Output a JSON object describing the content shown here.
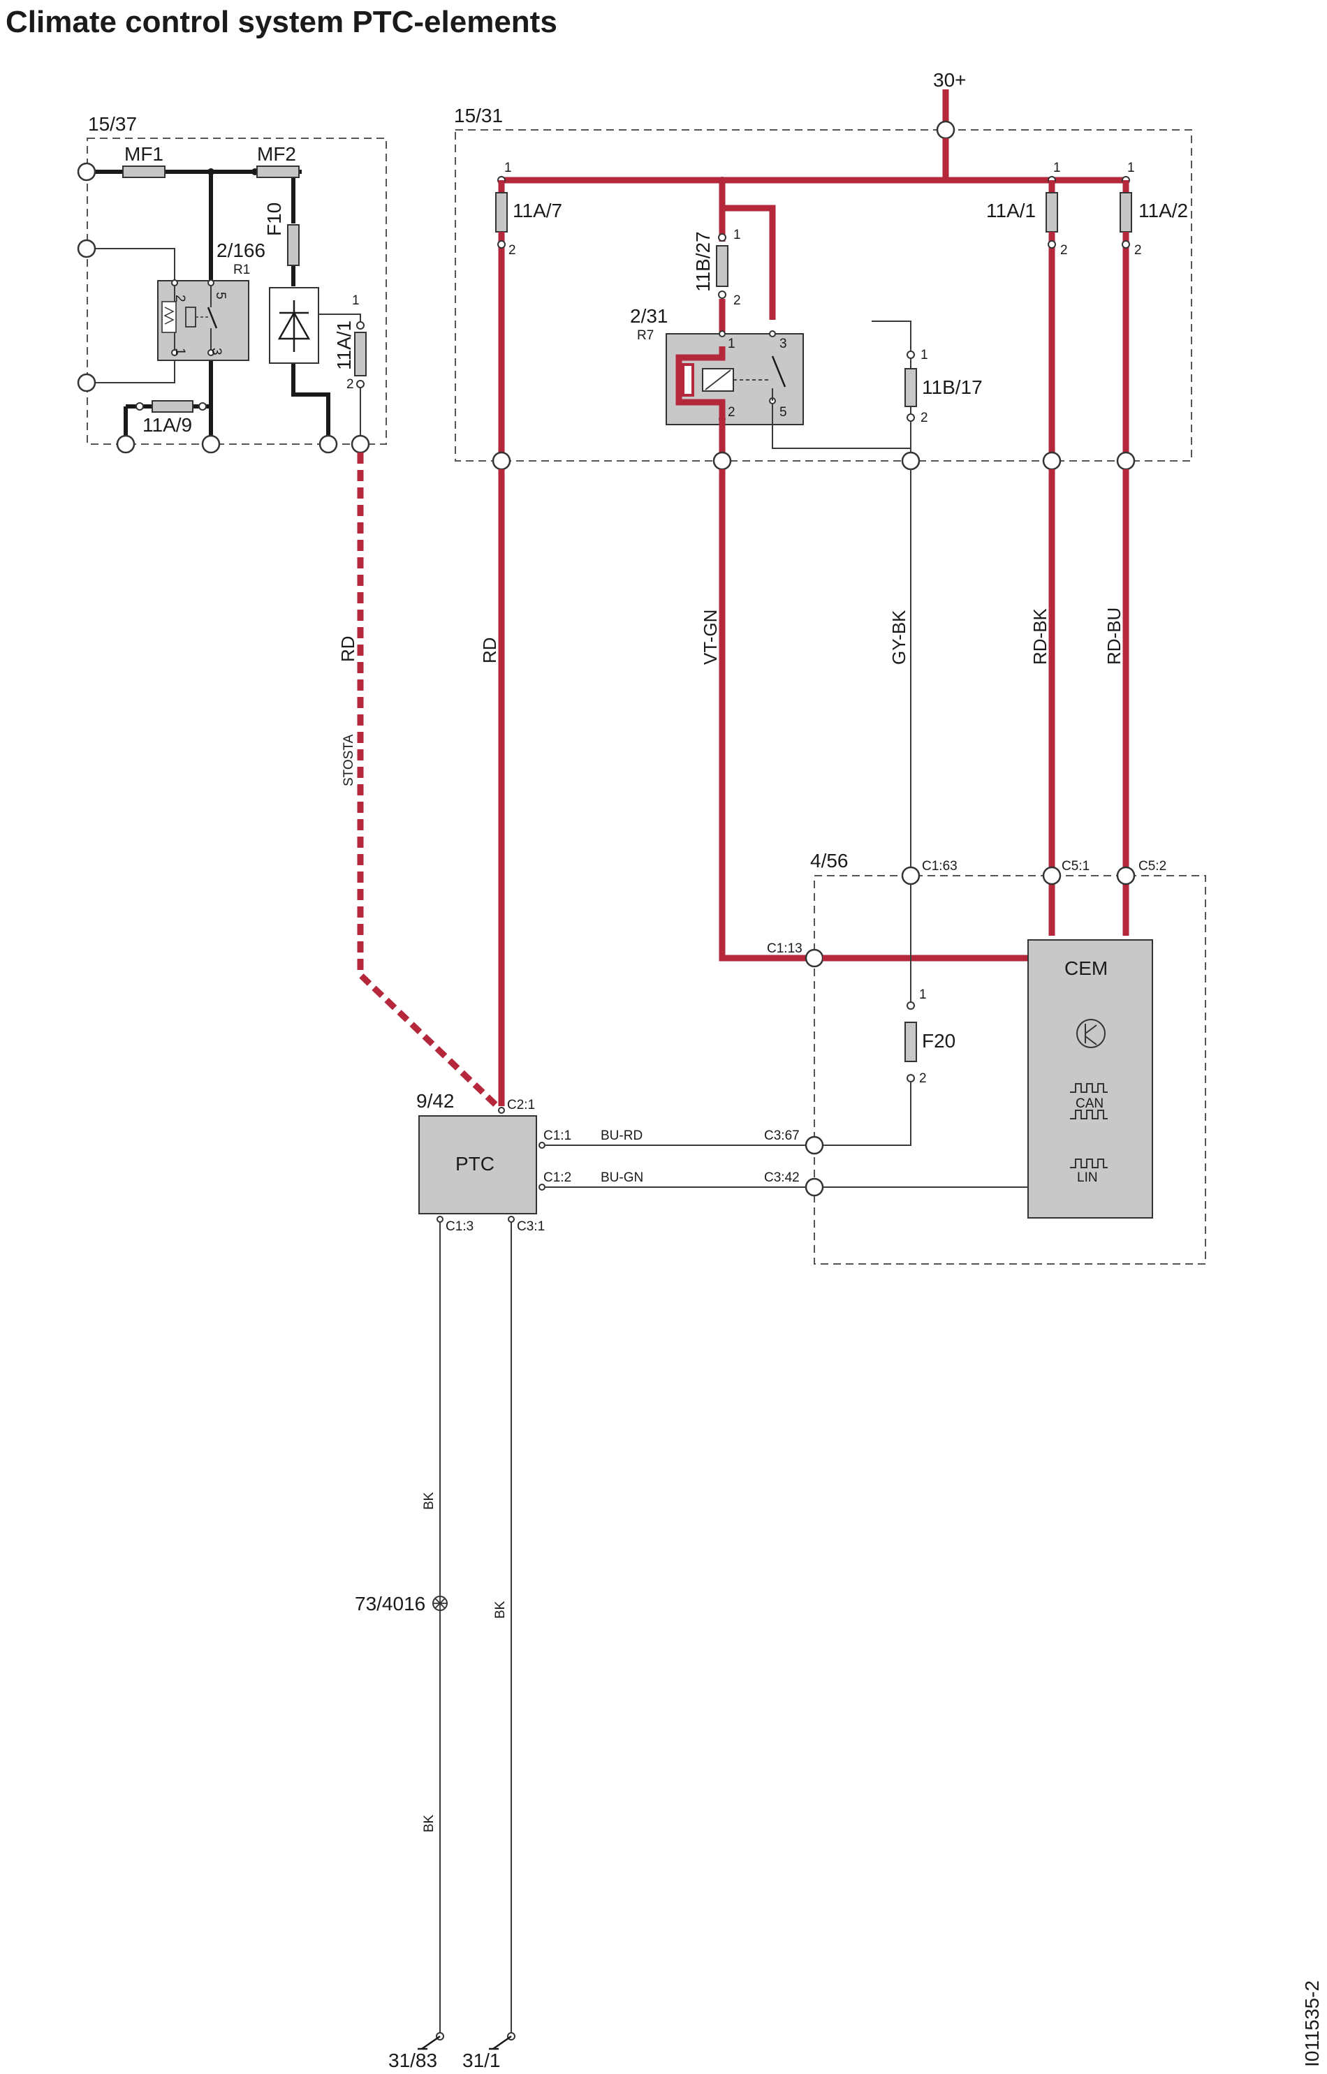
{
  "title": "Climate control system PTC-elements",
  "image_id": "I011535-2",
  "supply": "30+",
  "boxes": {
    "box_15_37": "15/37",
    "box_15_31": "15/31",
    "box_4_56": "4/56"
  },
  "fuses": {
    "mf1": "MF1",
    "mf2": "MF2",
    "f10": "F10",
    "f11a9": "11A/9",
    "f11a1_left": "11A/1",
    "f11a7": "11A/7",
    "f11b27": "11B/27",
    "f11b17": "11B/17",
    "f11a1": "11A/1",
    "f11a2": "11A/2",
    "f20": "F20"
  },
  "relays": {
    "r1_id": "2/166",
    "r1_name": "R1",
    "r7_id": "2/31",
    "r7_name": "R7"
  },
  "pins": {
    "p1": "1",
    "p2": "2",
    "p3": "3",
    "p5": "5"
  },
  "modules": {
    "ptc_id": "9/42",
    "ptc_label": "PTC",
    "cem_label": "CEM",
    "can": "CAN",
    "lin": "LIN"
  },
  "connectors": {
    "c2_1": "C2:1",
    "c1_1": "C1:1",
    "c1_2": "C1:2",
    "c1_3": "C1:3",
    "c3_1": "C3:1",
    "c3_67": "C3:67",
    "c3_42": "C3:42",
    "c1_63": "C1:63",
    "c1_13": "C1:13",
    "c5_1": "C5:1",
    "c5_2": "C5:2"
  },
  "wires": {
    "rd_left": "RD",
    "stosta": "STOSTA",
    "rd": "RD",
    "vt_gn": "VT-GN",
    "gy_bk": "GY-BK",
    "rd_bk": "RD-BK",
    "rd_bu": "RD-BU",
    "bu_rd": "BU-RD",
    "bu_gn": "BU-GN",
    "bk_1": "BK",
    "bk_2": "BK",
    "bk_3": "BK"
  },
  "grounds": {
    "splice": "73/4016",
    "g1": "31/83",
    "g2": "31/1"
  },
  "colors": {
    "power_wire": "#b5283c",
    "component_fill": "#c8c8c8"
  }
}
